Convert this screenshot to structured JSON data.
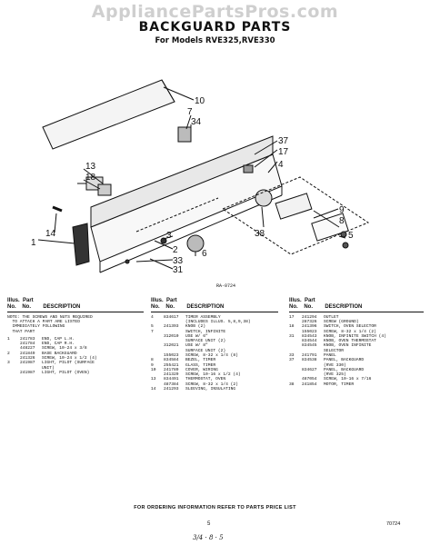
{
  "watermark": "AppliancePartsPros.com",
  "title": "BACKGUARD PARTS",
  "subtitle": "For Models RVE325,RVE330",
  "diagram": {
    "callouts": [
      "10",
      "7",
      "34",
      "13",
      "18",
      "14",
      "1",
      "37",
      "17",
      "4",
      "9",
      "8",
      "3",
      "5",
      "38",
      "2",
      "33",
      "31",
      "6"
    ],
    "ref_code": "RA-0724"
  },
  "columns": [
    {
      "header1": "Illus.  Part",
      "header2": "No.    No.        DESCRIPTION",
      "note": "NOTE: THE SCREWS AND NUTS REQUIRED\n  TO ATTACH A PART ARE LISTED\n  IMMEDIATELY FOLLOWING\n  THAT PART",
      "rows": [
        {
          "il": "1",
          "pn": "241783",
          "ds": "END, CAP L.H."
        },
        {
          "il": "",
          "pn": "241784",
          "ds": "END, CAP R.H."
        },
        {
          "il": "",
          "pn": "448227",
          "ds": "SCREW, 10-24 x 3/8"
        },
        {
          "il": "2",
          "pn": "241849",
          "ds": "BASE BACKGUARD"
        },
        {
          "il": "",
          "pn": "241326",
          "ds": "SCREW, 10-24 x 1/2 (4)"
        },
        {
          "il": "3",
          "pn": "241987",
          "ds": "LIGHT, PILOT (SURFACE"
        },
        {
          "il": "",
          "pn": "",
          "ds": "  UNIT)"
        },
        {
          "il": "",
          "pn": "241987",
          "ds": "LIGHT, PILOT (OVEN)"
        }
      ]
    },
    {
      "header1": "Illus.  Part",
      "header2": "No.    No.        DESCRIPTION",
      "rows": [
        {
          "il": "4",
          "pn": "834617",
          "ds": "TIMER ASSEMBLY"
        },
        {
          "il": "",
          "pn": "",
          "ds": "  (INCLUDES ILLUS. 5,8,9,38)"
        },
        {
          "il": "5",
          "pn": "241393",
          "ds": "KNOB (2)"
        },
        {
          "il": "7",
          "pn": "",
          "ds": "SWITCH, INFINITE"
        },
        {
          "il": "",
          "pn": "312010",
          "ds": "  USE W/ 6\""
        },
        {
          "il": "",
          "pn": "",
          "ds": "  SURFACE UNIT (2)"
        },
        {
          "il": "",
          "pn": "312021",
          "ds": "  USE W/ 8\""
        },
        {
          "il": "",
          "pn": "",
          "ds": "  SURFACE UNIT (2)"
        },
        {
          "il": "",
          "pn": "155023",
          "ds": "SCREW, 8-32 x 1/4 (8)"
        },
        {
          "il": "8",
          "pn": "834584",
          "ds": "BEZEL, TIMER"
        },
        {
          "il": "9",
          "pn": "255421",
          "ds": "GLASS, TIMER"
        },
        {
          "il": "10",
          "pn": "241789",
          "ds": "COVER, WIRING"
        },
        {
          "il": "",
          "pn": "241329",
          "ds": "SCREW, 10-16 x 1/2 (4)"
        },
        {
          "il": "13",
          "pn": "834491",
          "ds": "THERMOSTAT, OVEN"
        },
        {
          "il": "",
          "pn": "487384",
          "ds": "SCREW, 8-32 x 1/4 (2)"
        },
        {
          "il": "14",
          "pn": "241293",
          "ds": "SLEEVING, INSULATING"
        }
      ]
    },
    {
      "header1": "Illus.  Part",
      "header2": "No.    No.        DESCRIPTION",
      "rows": [
        {
          "il": "17",
          "pn": "241294",
          "ds": "OUTLET"
        },
        {
          "il": "",
          "pn": "287326",
          "ds": "SCREW (GROUND)"
        },
        {
          "il": "18",
          "pn": "241396",
          "ds": "SWITCH, OVEN SELECTOR"
        },
        {
          "il": "",
          "pn": "155023",
          "ds": "SCREW, 8-32 x 1/4 (2)"
        },
        {
          "il": "31",
          "pn": "834543",
          "ds": "KNOB, INFINITE SWITCH (4)"
        },
        {
          "il": "",
          "pn": "834544",
          "ds": "KNOB, OVEN THERMOSTAT"
        },
        {
          "il": "",
          "pn": "834545",
          "ds": "KNOB, OVEN INFINITE"
        },
        {
          "il": "",
          "pn": "",
          "ds": "  SELECTOR"
        },
        {
          "il": "33",
          "pn": "241791",
          "ds": "PANEL"
        },
        {
          "il": "37",
          "pn": "834538",
          "ds": "PANEL, BACKGUARD"
        },
        {
          "il": "",
          "pn": "",
          "ds": "  (RVE 330)"
        },
        {
          "il": "",
          "pn": "834627",
          "ds": "PANEL, BACKGUARD"
        },
        {
          "il": "",
          "pn": "",
          "ds": "  (RVE 325)"
        },
        {
          "il": "",
          "pn": "487054",
          "ds": "SCREW, 10-16 x 7/16"
        },
        {
          "il": "38",
          "pn": "241854",
          "ds": "MOTOR, TIMER"
        }
      ]
    }
  ],
  "footer": "FOR ORDERING INFORMATION REFER TO PARTS PRICE LIST",
  "page_number": "5",
  "code": "70724",
  "handwritten": "3/4 · 8 · 5"
}
